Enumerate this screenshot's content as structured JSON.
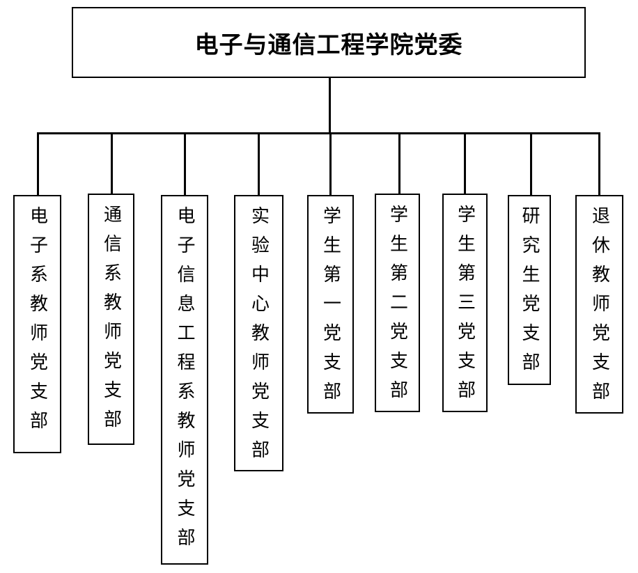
{
  "root": {
    "title": "电子与通信工程学院党委"
  },
  "branches": [
    {
      "label": "电子系教师党支部"
    },
    {
      "label": "通信系教师党支部"
    },
    {
      "label": "电子信息工程系教师党支部"
    },
    {
      "label": "实验中心教师党支部"
    },
    {
      "label": "学生第一党支部"
    },
    {
      "label": "学生第二党支部"
    },
    {
      "label": "学生第三党支部"
    },
    {
      "label": "研究生党支部"
    },
    {
      "label": "退休教师党支部"
    }
  ]
}
